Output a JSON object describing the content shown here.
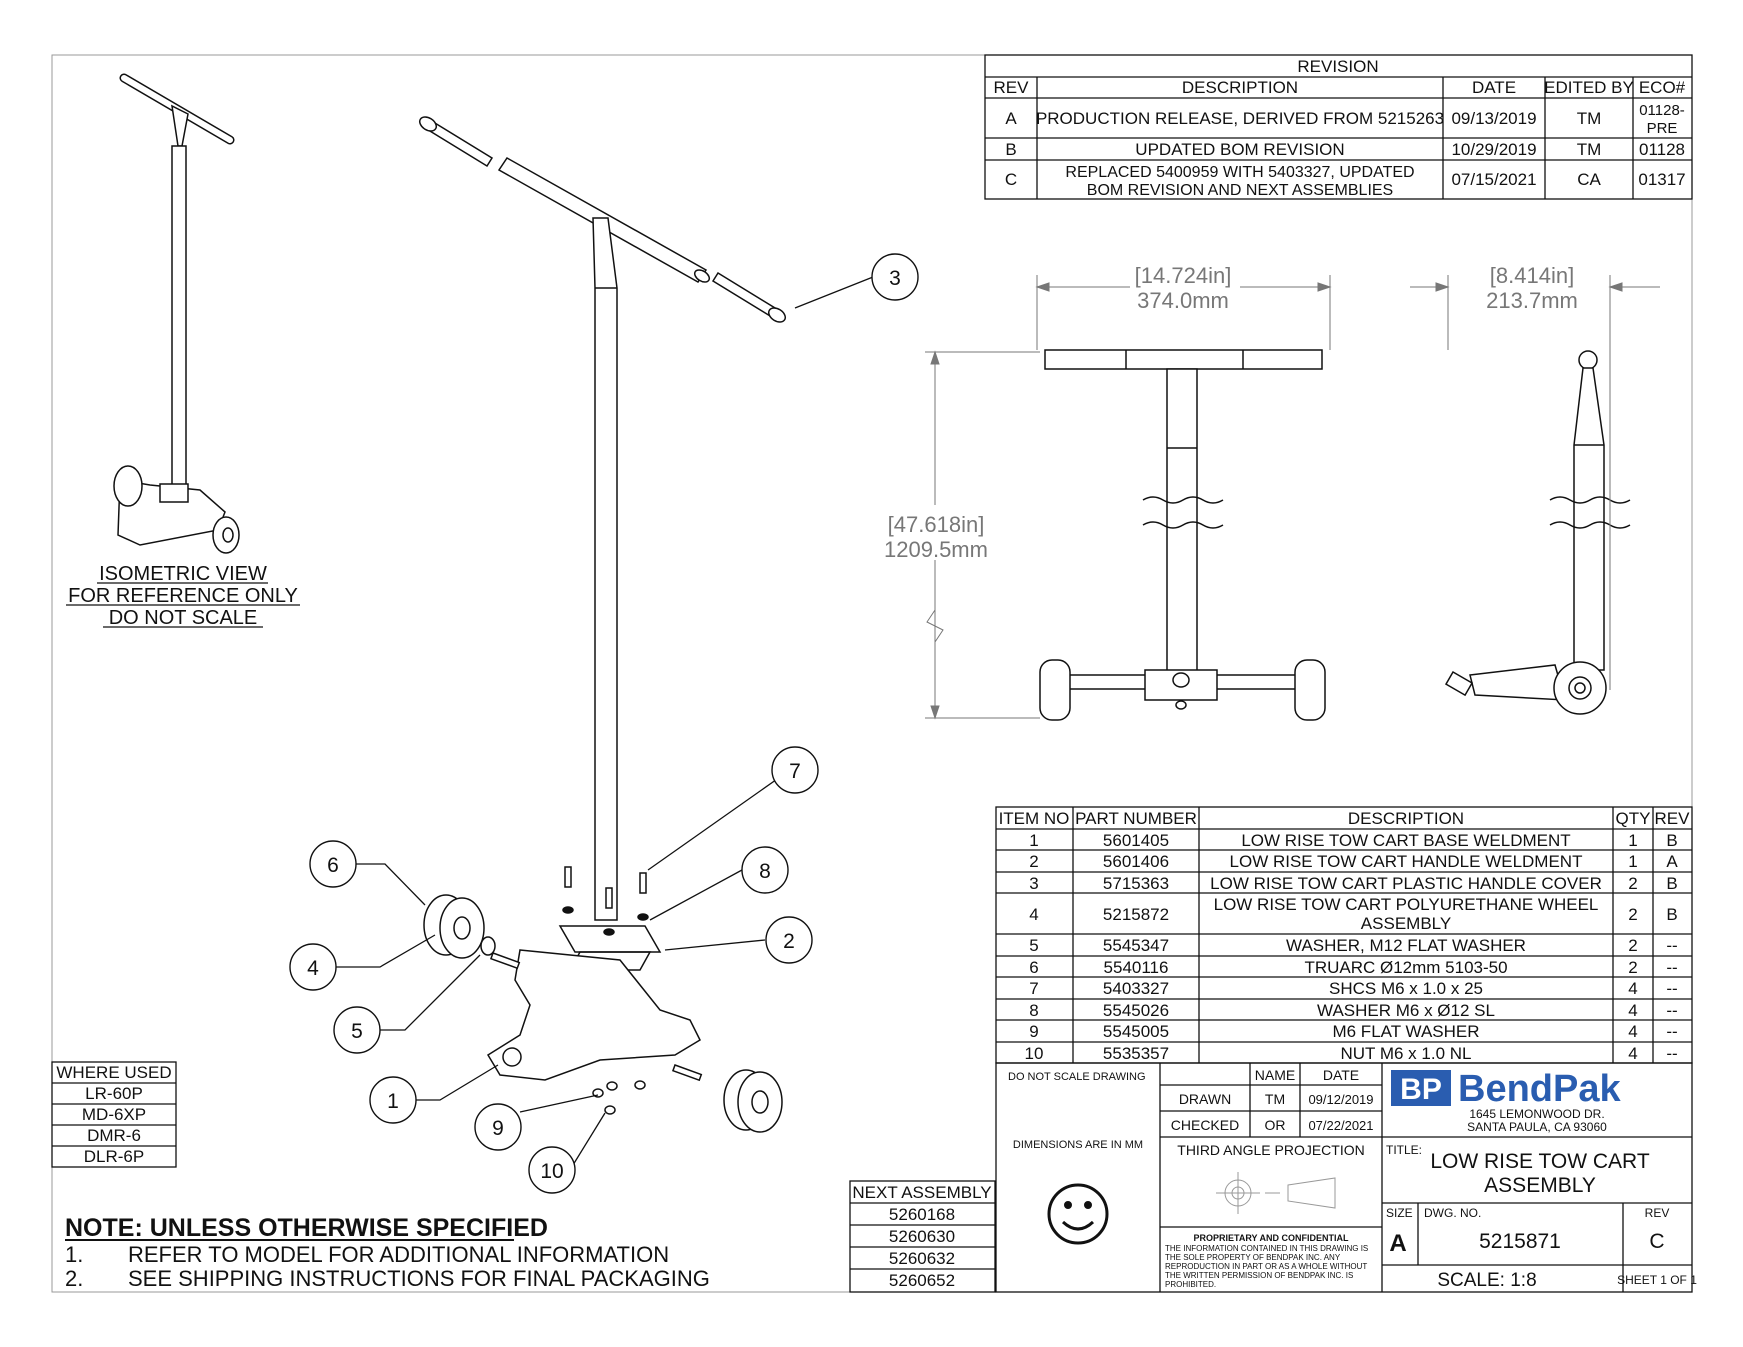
{
  "revision": {
    "title": "REVISION",
    "headers": [
      "REV",
      "DESCRIPTION",
      "DATE",
      "EDITED BY",
      "ECO#"
    ],
    "rows": [
      {
        "rev": "A",
        "desc": [
          "PRODUCTION RELEASE, DERIVED FROM 5215263"
        ],
        "date": "09/13/2019",
        "by": "TM",
        "eco": [
          "01128-",
          "PRE"
        ]
      },
      {
        "rev": "B",
        "desc": [
          "UPDATED BOM REVISION"
        ],
        "date": "10/29/2019",
        "by": "TM",
        "eco": [
          "01128"
        ]
      },
      {
        "rev": "C",
        "desc": [
          "REPLACED 5400959 WITH 5403327, UPDATED",
          "BOM REVISION AND NEXT ASSEMBLIES"
        ],
        "date": "07/15/2021",
        "by": "CA",
        "eco": [
          "01317"
        ]
      }
    ]
  },
  "iso_note": [
    "ISOMETRIC VIEW",
    "FOR REFERENCE ONLY",
    "DO NOT SCALE"
  ],
  "dimensions": {
    "width_in": "[14.724in]",
    "width_mm": "374.0mm",
    "height_in": "[47.618in]",
    "height_mm": "1209.5mm",
    "depth_in": "[8.414in]",
    "depth_mm": "213.7mm"
  },
  "balloons": [
    "1",
    "2",
    "3",
    "4",
    "5",
    "6",
    "7",
    "8",
    "9",
    "10"
  ],
  "bom": {
    "headers": [
      "ITEM NO",
      "PART NUMBER",
      "DESCRIPTION",
      "QTY",
      "REV"
    ],
    "rows": [
      {
        "item": "1",
        "part": "5601405",
        "desc": [
          "LOW RISE TOW CART BASE WELDMENT"
        ],
        "qty": "1",
        "rev": "B"
      },
      {
        "item": "2",
        "part": "5601406",
        "desc": [
          "LOW RISE TOW CART HANDLE WELDMENT"
        ],
        "qty": "1",
        "rev": "A"
      },
      {
        "item": "3",
        "part": "5715363",
        "desc": [
          "LOW RISE TOW CART PLASTIC HANDLE COVER"
        ],
        "qty": "2",
        "rev": "B"
      },
      {
        "item": "4",
        "part": "5215872",
        "desc": [
          "LOW RISE TOW CART POLYURETHANE WHEEL",
          "ASSEMBLY"
        ],
        "qty": "2",
        "rev": "B"
      },
      {
        "item": "5",
        "part": "5545347",
        "desc": [
          "WASHER, M12 FLAT WASHER"
        ],
        "qty": "2",
        "rev": "--"
      },
      {
        "item": "6",
        "part": "5540116",
        "desc": [
          "TRUARC Ø12mm 5103-50"
        ],
        "qty": "2",
        "rev": "--"
      },
      {
        "item": "7",
        "part": "5403327",
        "desc": [
          "SHCS M6 x 1.0 x 25"
        ],
        "qty": "4",
        "rev": "--"
      },
      {
        "item": "8",
        "part": "5545026",
        "desc": [
          "WASHER M6 x Ø12 SL"
        ],
        "qty": "4",
        "rev": "--"
      },
      {
        "item": "9",
        "part": "5545005",
        "desc": [
          "M6 FLAT WASHER"
        ],
        "qty": "4",
        "rev": "--"
      },
      {
        "item": "10",
        "part": "5535357",
        "desc": [
          "NUT M6 x 1.0 NL"
        ],
        "qty": "4",
        "rev": "--"
      }
    ]
  },
  "where_used": {
    "title": "WHERE USED",
    "items": [
      "LR-60P",
      "MD-6XP",
      "DMR-6",
      "DLR-6P"
    ]
  },
  "next_assembly": {
    "title": "NEXT ASSEMBLY",
    "items": [
      "5260168",
      "5260630",
      "5260632",
      "5260652"
    ]
  },
  "notes": {
    "heading": "NOTE: UNLESS OTHERWISE SPECIFIED",
    "items": [
      {
        "num": "1.",
        "text": "REFER TO MODEL FOR ADDITIONAL INFORMATION"
      },
      {
        "num": "2.",
        "text": "SEE SHIPPING INSTRUCTIONS FOR FINAL PACKAGING"
      }
    ]
  },
  "title_block": {
    "do_not_scale": "DO NOT SCALE DRAWING",
    "name_label": "NAME",
    "date_label": "DATE",
    "drawn_label": "DRAWN",
    "drawn_name": "TM",
    "drawn_date": "09/12/2019",
    "checked_label": "CHECKED",
    "checked_name": "OR",
    "checked_date": "07/22/2021",
    "units_note": "DIMENSIONS ARE IN MM",
    "projection": "THIRD ANGLE PROJECTION",
    "proprietary_title": "PROPRIETARY AND CONFIDENTIAL",
    "proprietary_lines": [
      "THE INFORMATION CONTAINED IN THIS DRAWING IS",
      "THE SOLE PROPERTY OF BENDPAK INC. ANY",
      "REPRODUCTION IN PART OR AS A WHOLE WITHOUT",
      "THE WRITTEN PERMISSION OF BENDPAK INC. IS",
      "PROHIBITED."
    ],
    "logo_mark": "BP",
    "logo_text": "BendPak",
    "address": [
      "1645 LEMONWOOD DR.",
      "SANTA PAULA, CA 93060"
    ],
    "title_label": "TITLE:",
    "title_lines": [
      "LOW RISE TOW CART",
      "ASSEMBLY"
    ],
    "size_label": "SIZE",
    "size_value": "A",
    "dwg_label": "DWG.  NO.",
    "dwg_value": "5215871",
    "rev_label": "REV",
    "rev_value": "C",
    "scale": "SCALE: 1:8",
    "sheet": "SHEET 1 OF 1"
  },
  "colors": {
    "line": "#111111",
    "dim": "#777777",
    "logo": "#2a5db0"
  }
}
